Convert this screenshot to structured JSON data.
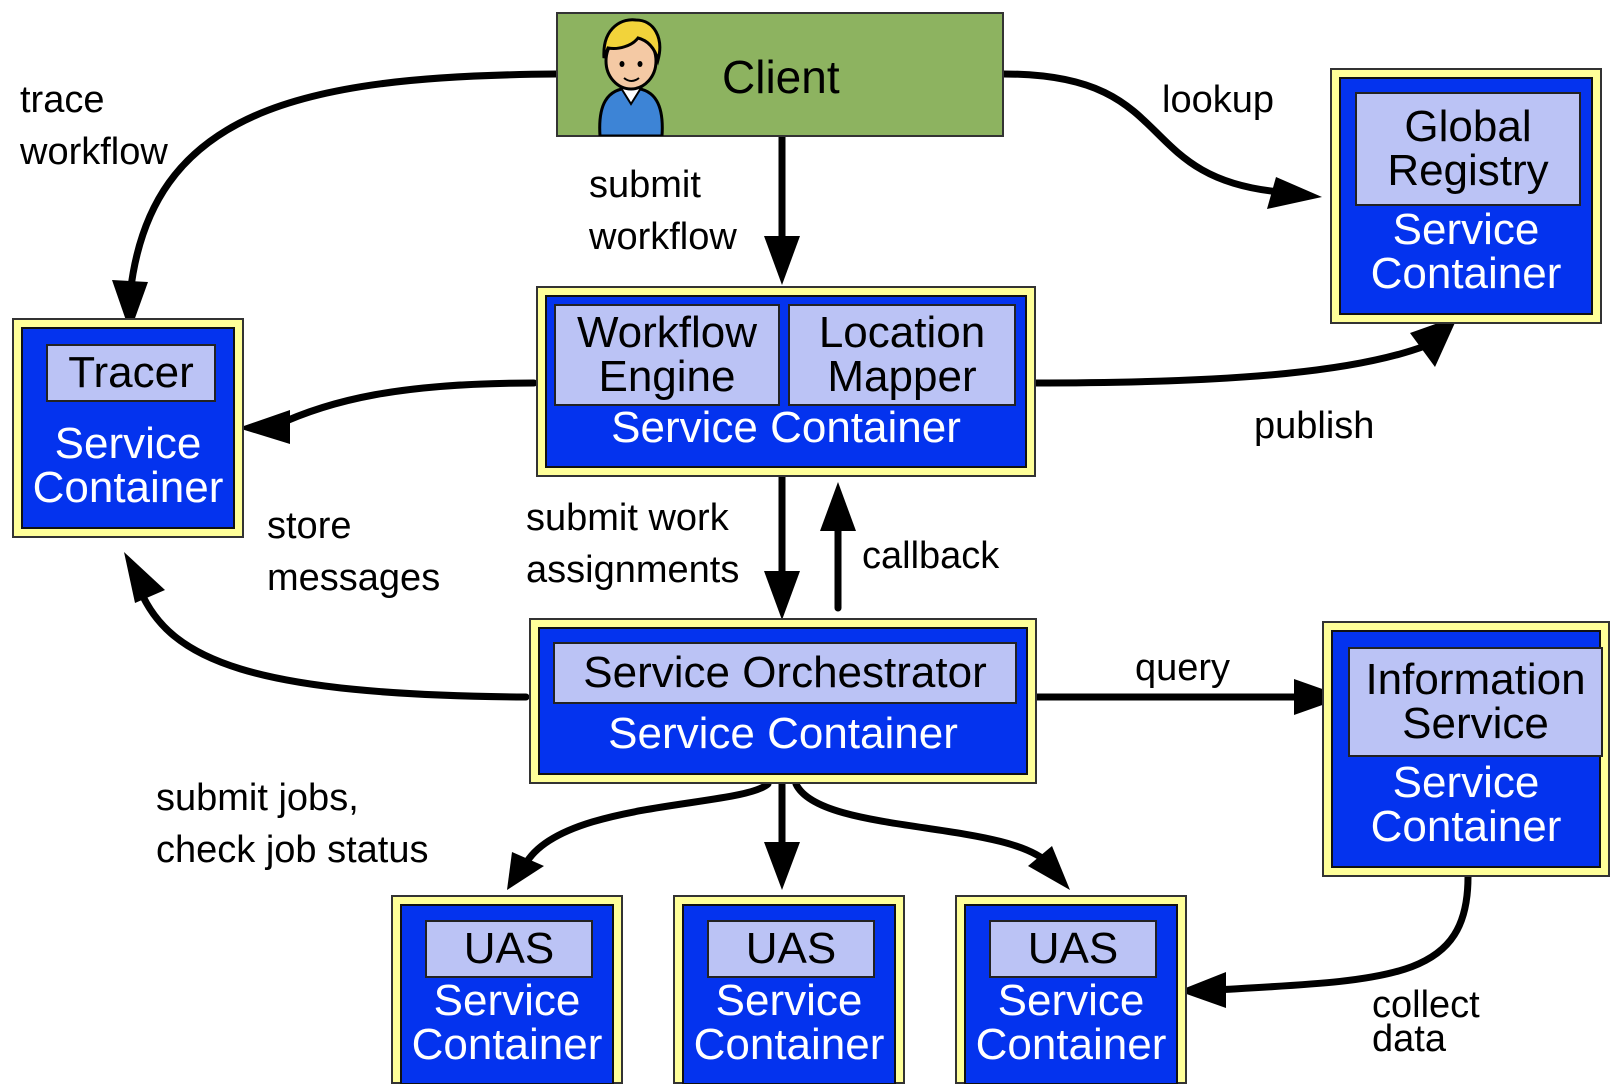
{
  "client": {
    "label": "Client",
    "icon": "user-icon"
  },
  "container_label": "Service Container",
  "container_label_line1": "Service",
  "container_label_line2": "Container",
  "nodes": {
    "global_registry": {
      "line1": "Global",
      "line2": "Registry"
    },
    "tracer": {
      "label": "Tracer"
    },
    "workflow_engine": {
      "line1": "Workflow",
      "line2": "Engine"
    },
    "location_mapper": {
      "line1": "Location",
      "line2": "Mapper"
    },
    "service_orchestrator": {
      "label": "Service Orchestrator"
    },
    "information_service": {
      "line1": "Information",
      "line2": "Service"
    },
    "uas": [
      "UAS",
      "UAS",
      "UAS"
    ]
  },
  "edges": {
    "trace_workflow": [
      "trace",
      "workflow"
    ],
    "lookup": "lookup",
    "submit_workflow": [
      "submit",
      "workflow"
    ],
    "publish": "publish",
    "store_messages": [
      "store",
      "messages"
    ],
    "submit_work_assignments": [
      "submit work",
      "assignments"
    ],
    "callback": "callback",
    "query": "query",
    "submit_jobs": [
      "submit jobs,",
      "check job status"
    ],
    "collect_data": [
      "collect",
      "data"
    ]
  },
  "colors": {
    "container_outer": "#ffff99",
    "container_inner": "#0433ee",
    "component": "#bbc3f5",
    "client": "#8db360",
    "arrow": "#000000"
  }
}
